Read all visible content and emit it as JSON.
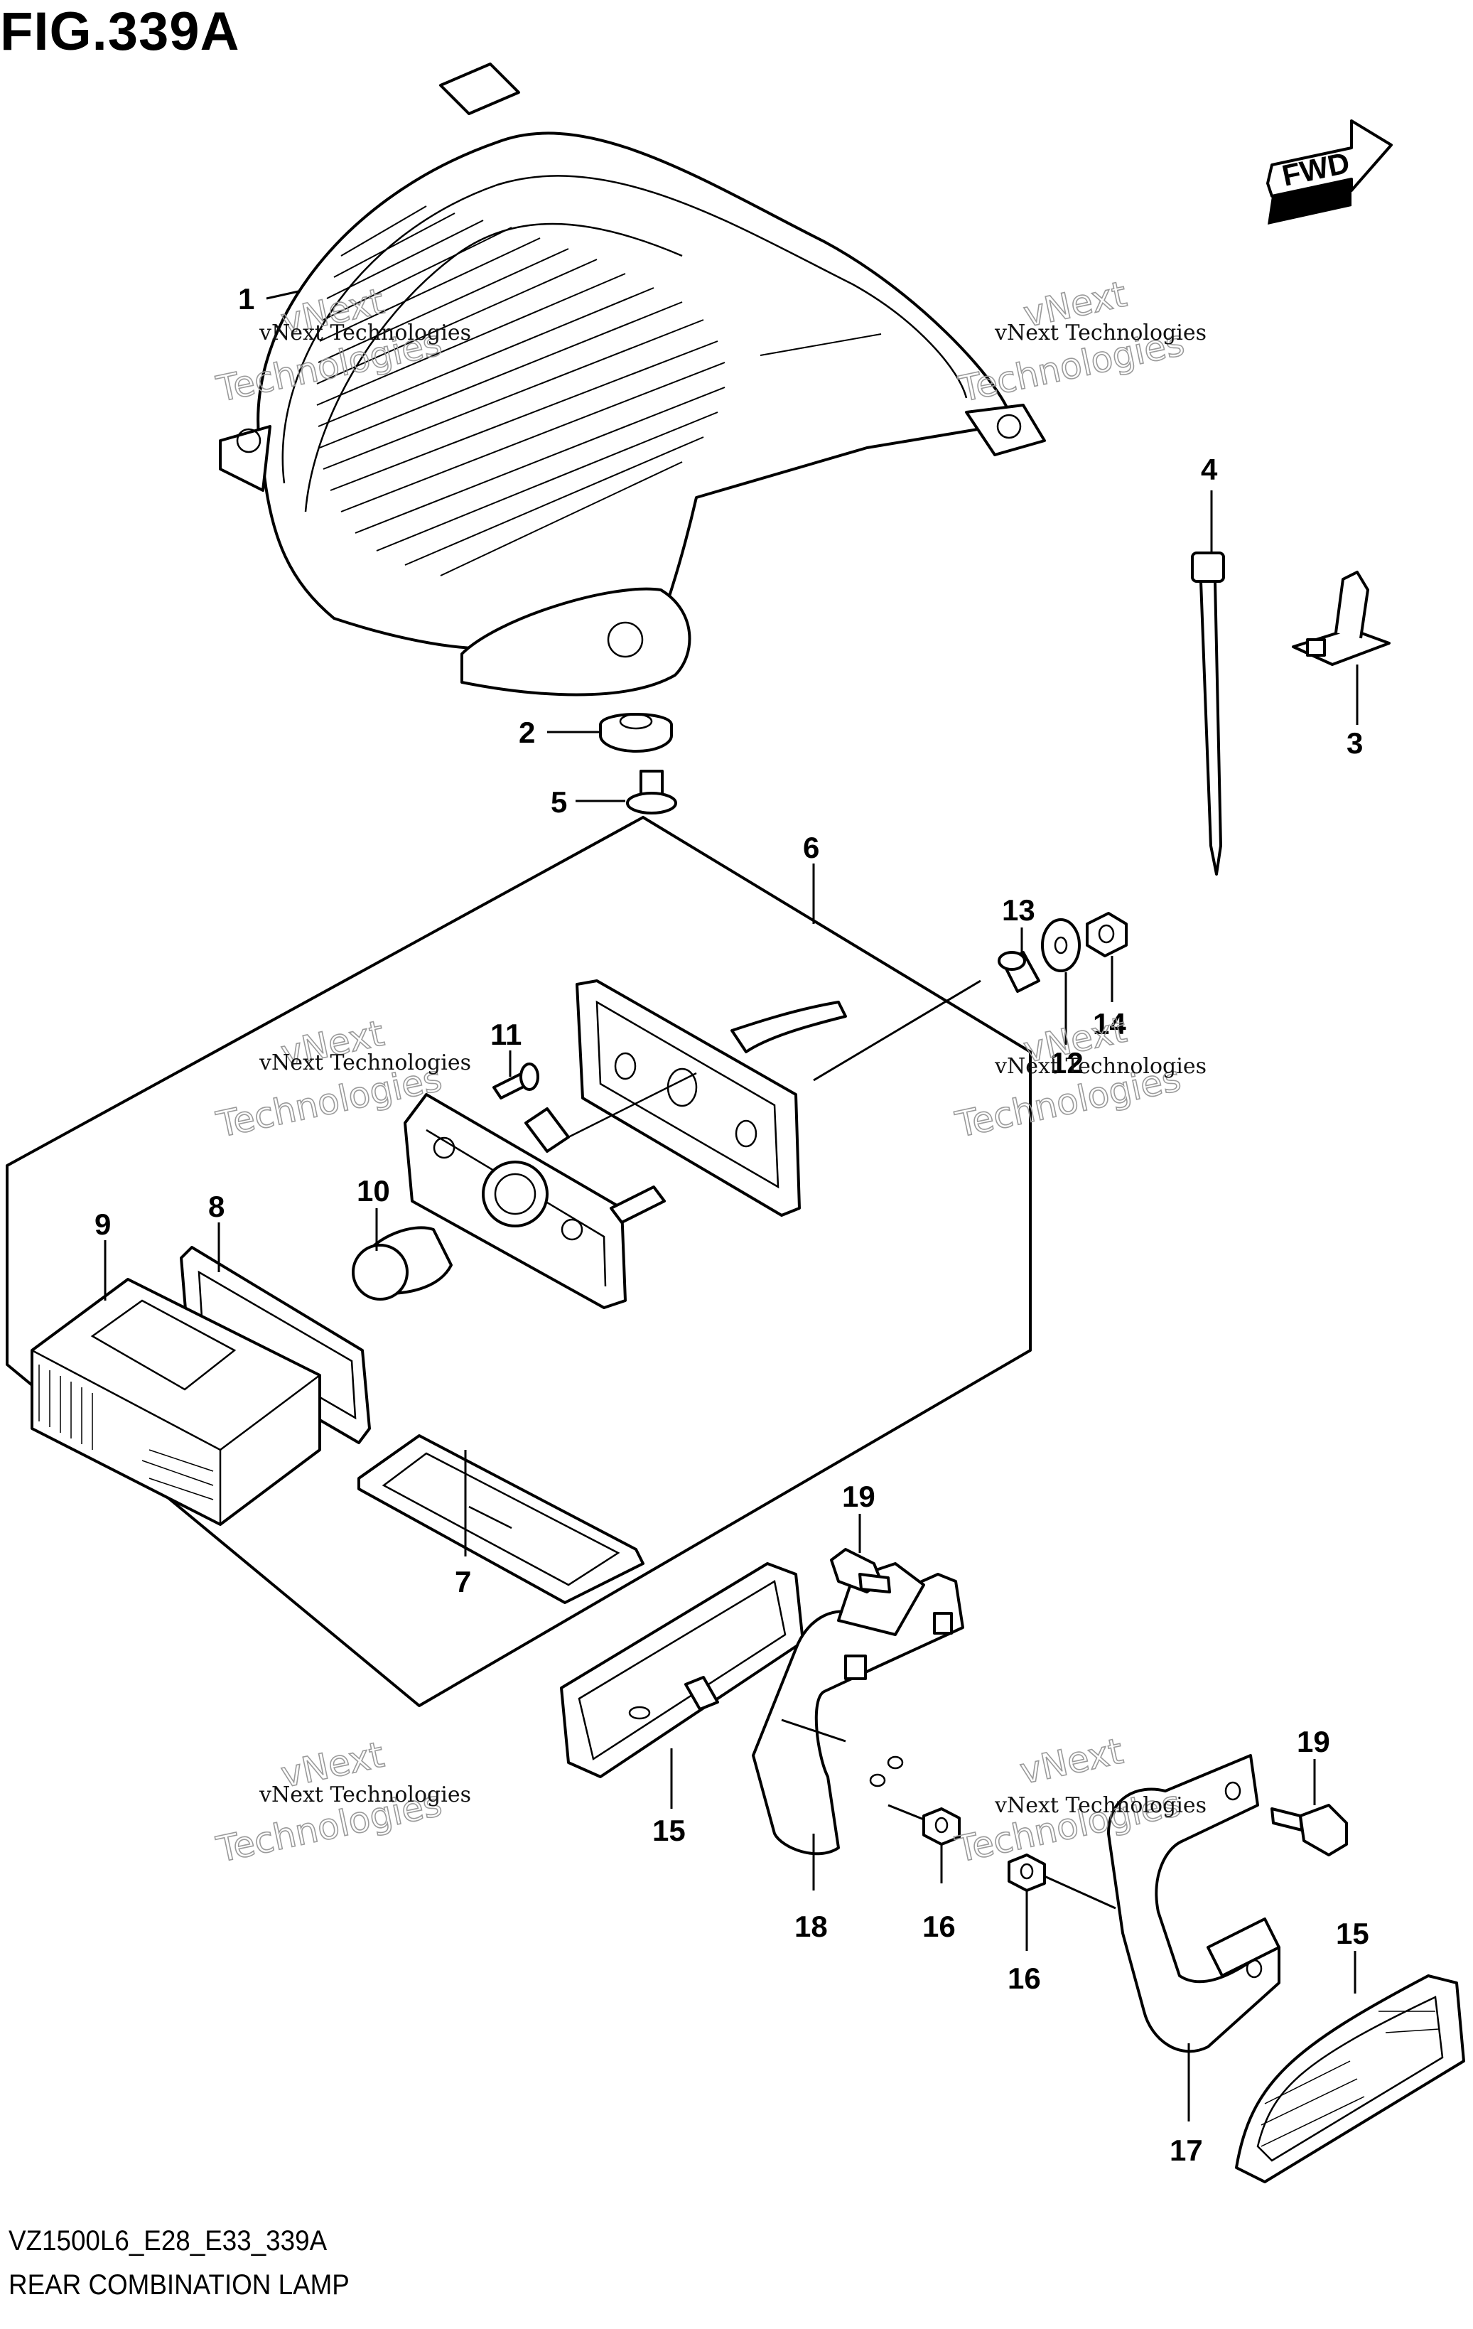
{
  "figure": {
    "title": "FIG.339A",
    "code": "VZ1500L6_E28_E33_339A",
    "name": "REAR COMBINATION LAMP"
  },
  "direction_arrow": {
    "label": "FWD"
  },
  "watermark": {
    "line1": "vNext Technologies",
    "line2a": "vNext",
    "line2b": "Technologies"
  },
  "callouts": [
    "1",
    "2",
    "3",
    "4",
    "5",
    "6",
    "7",
    "8",
    "9",
    "10",
    "11",
    "12",
    "13",
    "14",
    "15",
    "15",
    "16",
    "16",
    "17",
    "18",
    "19",
    "19"
  ]
}
